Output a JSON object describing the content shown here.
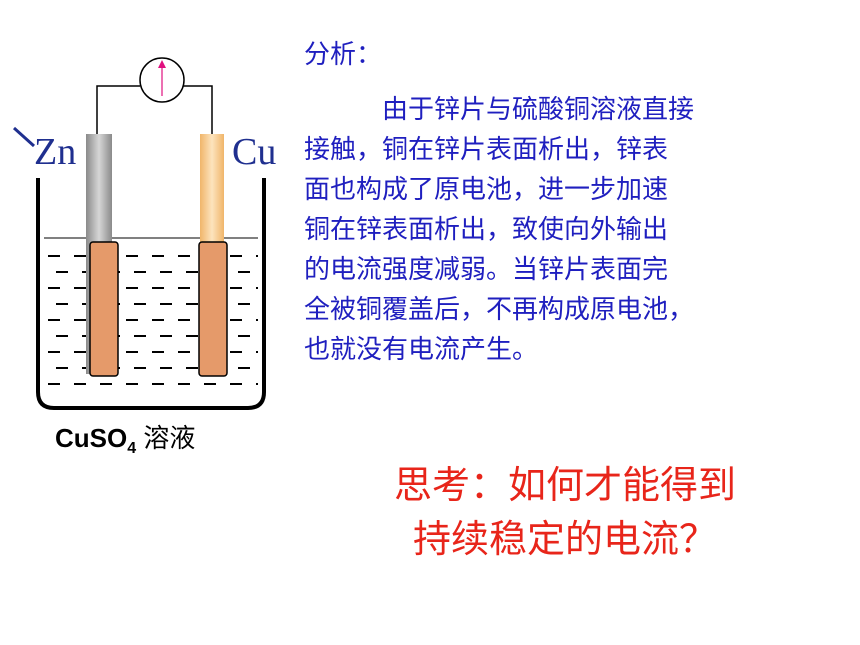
{
  "diagram": {
    "left_electrode_label": "Zn",
    "right_electrode_label": "Cu",
    "solution_formula": "CuSO",
    "solution_formula_subscript": "4",
    "solution_name": "溶液",
    "colors": {
      "zinc": "#a9a9a9",
      "copper_rod": "#f4c27e",
      "copper_deposit": "#e59a6a",
      "electrolyte_dash": "#000000",
      "meter_arrow": "#e0107f"
    },
    "icons": [
      "galvanometer-icon"
    ]
  },
  "analysis": {
    "title": "分析：",
    "lines": [
      "由于锌片与硫酸铜溶液直接",
      "接触，铜在锌片表面析出，锌表",
      "面也构成了原电池，进一步加速",
      "铜在锌表面析出，致使向外输出",
      "的电流强度减弱。当锌片表面完",
      "全被铜覆盖后，不再构成原电池，",
      "也就没有电流产生。"
    ],
    "color": "#1f1fbf"
  },
  "question": {
    "line1": "思考：如何才能得到",
    "line2": "持续稳定的电流？",
    "color": "#e8251a"
  }
}
